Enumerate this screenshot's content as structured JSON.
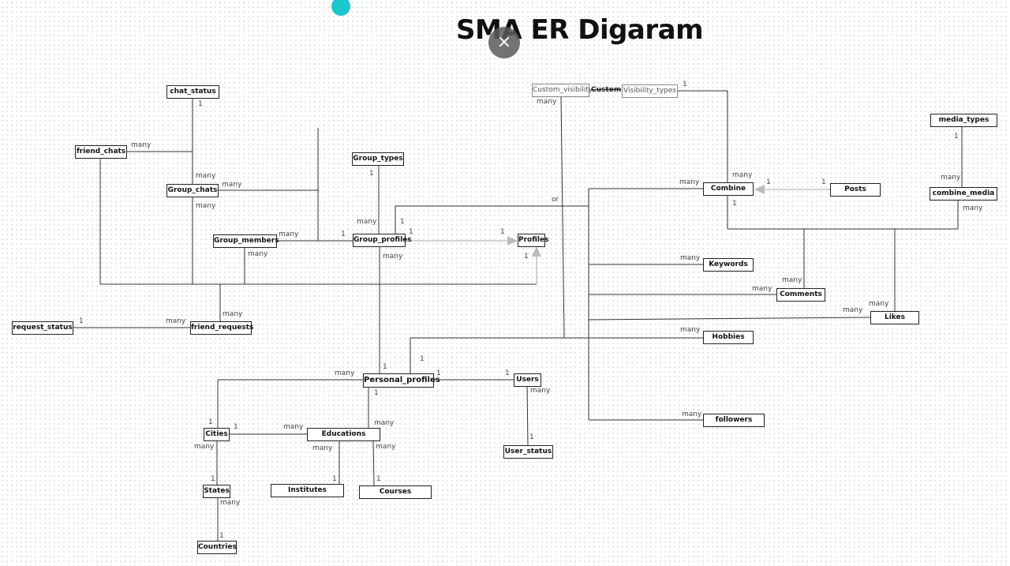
{
  "title": "SMA ER Digaram",
  "close_icon": "×",
  "strike_label": "Custom",
  "entities": {
    "chat_status": "chat_status",
    "friend_chats": "friend_chats",
    "group_chats": "Group_chats",
    "group_types": "Group_types",
    "group_members": "Group_members",
    "group_profiles": "Group_profiles",
    "profiles": "Profiles",
    "request_status": "request_status",
    "friend_requests": "friend_requests",
    "personal_profiles": "Personal_profiles",
    "users": "Users",
    "user_status": "User_status",
    "cities": "Cities",
    "educations": "Educations",
    "states": "States",
    "institutes": "Institutes",
    "courses": "Courses",
    "countries": "Countries",
    "custom_visibility": "Custom_visibility",
    "visibility_types": "Visibility_types",
    "media_types": "media_types",
    "combine": "Combine",
    "posts": "Posts",
    "combine_media": "combine_media",
    "keywords": "Keywords",
    "comments": "Comments",
    "likes": "Likes",
    "hobbies": "Hobbies",
    "followers": "followers"
  },
  "cardinality": {
    "one": "1",
    "many": "many",
    "or": "or"
  }
}
